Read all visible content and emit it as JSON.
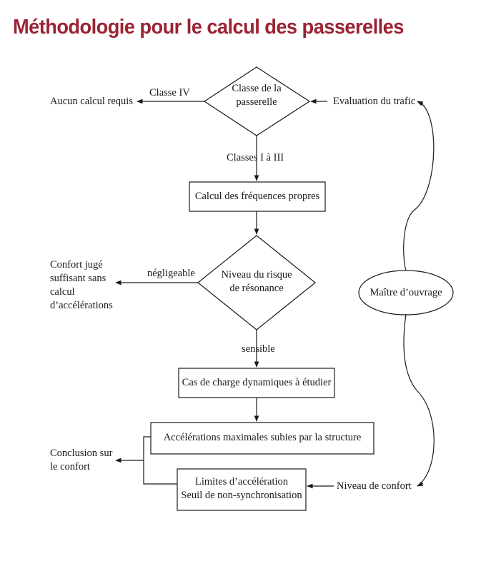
{
  "title": "Méthodologie pour le calcul des passerelles",
  "colors": {
    "title": "#9b2335",
    "line": "#1a1a1a",
    "text": "#1a1a1a"
  },
  "nodes": {
    "classe": {
      "line1": "Classe de la",
      "line2": "passerelle"
    },
    "frequences": "Calcul des fréquences propres",
    "risque": {
      "line1": "Niveau du risque",
      "line2": "de résonance"
    },
    "cas_charge": "Cas de charge dynamiques à étudier",
    "accelerations": "Accélérations maximales subies par la structure",
    "limites": {
      "line1": "Limites d’accélération",
      "line2": "Seuil de non-synchronisation"
    },
    "maitre": "Maître d’ouvrage"
  },
  "outcomes": {
    "aucun_calcul": "Aucun calcul requis",
    "confort_suffisant": "Confort jugé suffisant sans calcul d’accélérations",
    "conclusion": "Conclusion sur le confort"
  },
  "inputs": {
    "trafic": "Evaluation du trafic",
    "niveau_confort": "Niveau de confort"
  },
  "edges": {
    "classe_iv": "Classe IV",
    "classes_i_iii": "Classes I à III",
    "negligeable": "négligeable",
    "sensible": "sensible"
  }
}
